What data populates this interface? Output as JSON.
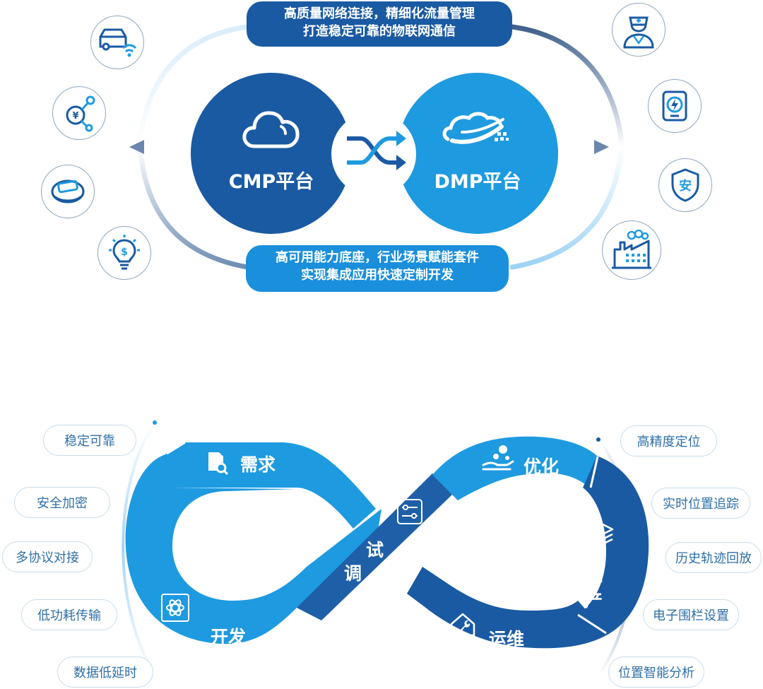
{
  "top": {
    "banner_top": {
      "line1": "高质量网络连接，精细化流量管理",
      "line2": "打造稳定可靠的物联网通信"
    },
    "banner_bottom": {
      "line1": "高可用能力底座，行业场景赋能套件",
      "line2": "实现集成应用快速定制开发"
    },
    "cmp_label": "CMP平台",
    "dmp_label": "DMP平台",
    "left_icons": [
      "car-wifi-icon",
      "finance-network-icon",
      "wearable-band-icon",
      "lightbulb-dollar-icon"
    ],
    "right_icons": [
      "nurse-icon",
      "power-meter-icon",
      "security-shield-icon",
      "factory-icon"
    ],
    "shield_char": "安",
    "colors": {
      "dark_blue": "#1a5aa3",
      "light_blue": "#1e9ae0",
      "mid_blue": "#1e7fcf"
    }
  },
  "bottom": {
    "stages": {
      "demand": "需求",
      "develop": "开发",
      "debug_1": "调",
      "debug_2": "试",
      "optimize": "优化",
      "mass_1": "量",
      "mass_2": "产",
      "ops": "运维"
    },
    "left_features": [
      "稳定可靠",
      "安全加密",
      "多协议对接",
      "低功耗传输",
      "数据低延时"
    ],
    "right_features": [
      "高精度定位",
      "实时位置追踪",
      "历史轨迹回放",
      "电子围栏设置",
      "位置智能分析"
    ]
  }
}
